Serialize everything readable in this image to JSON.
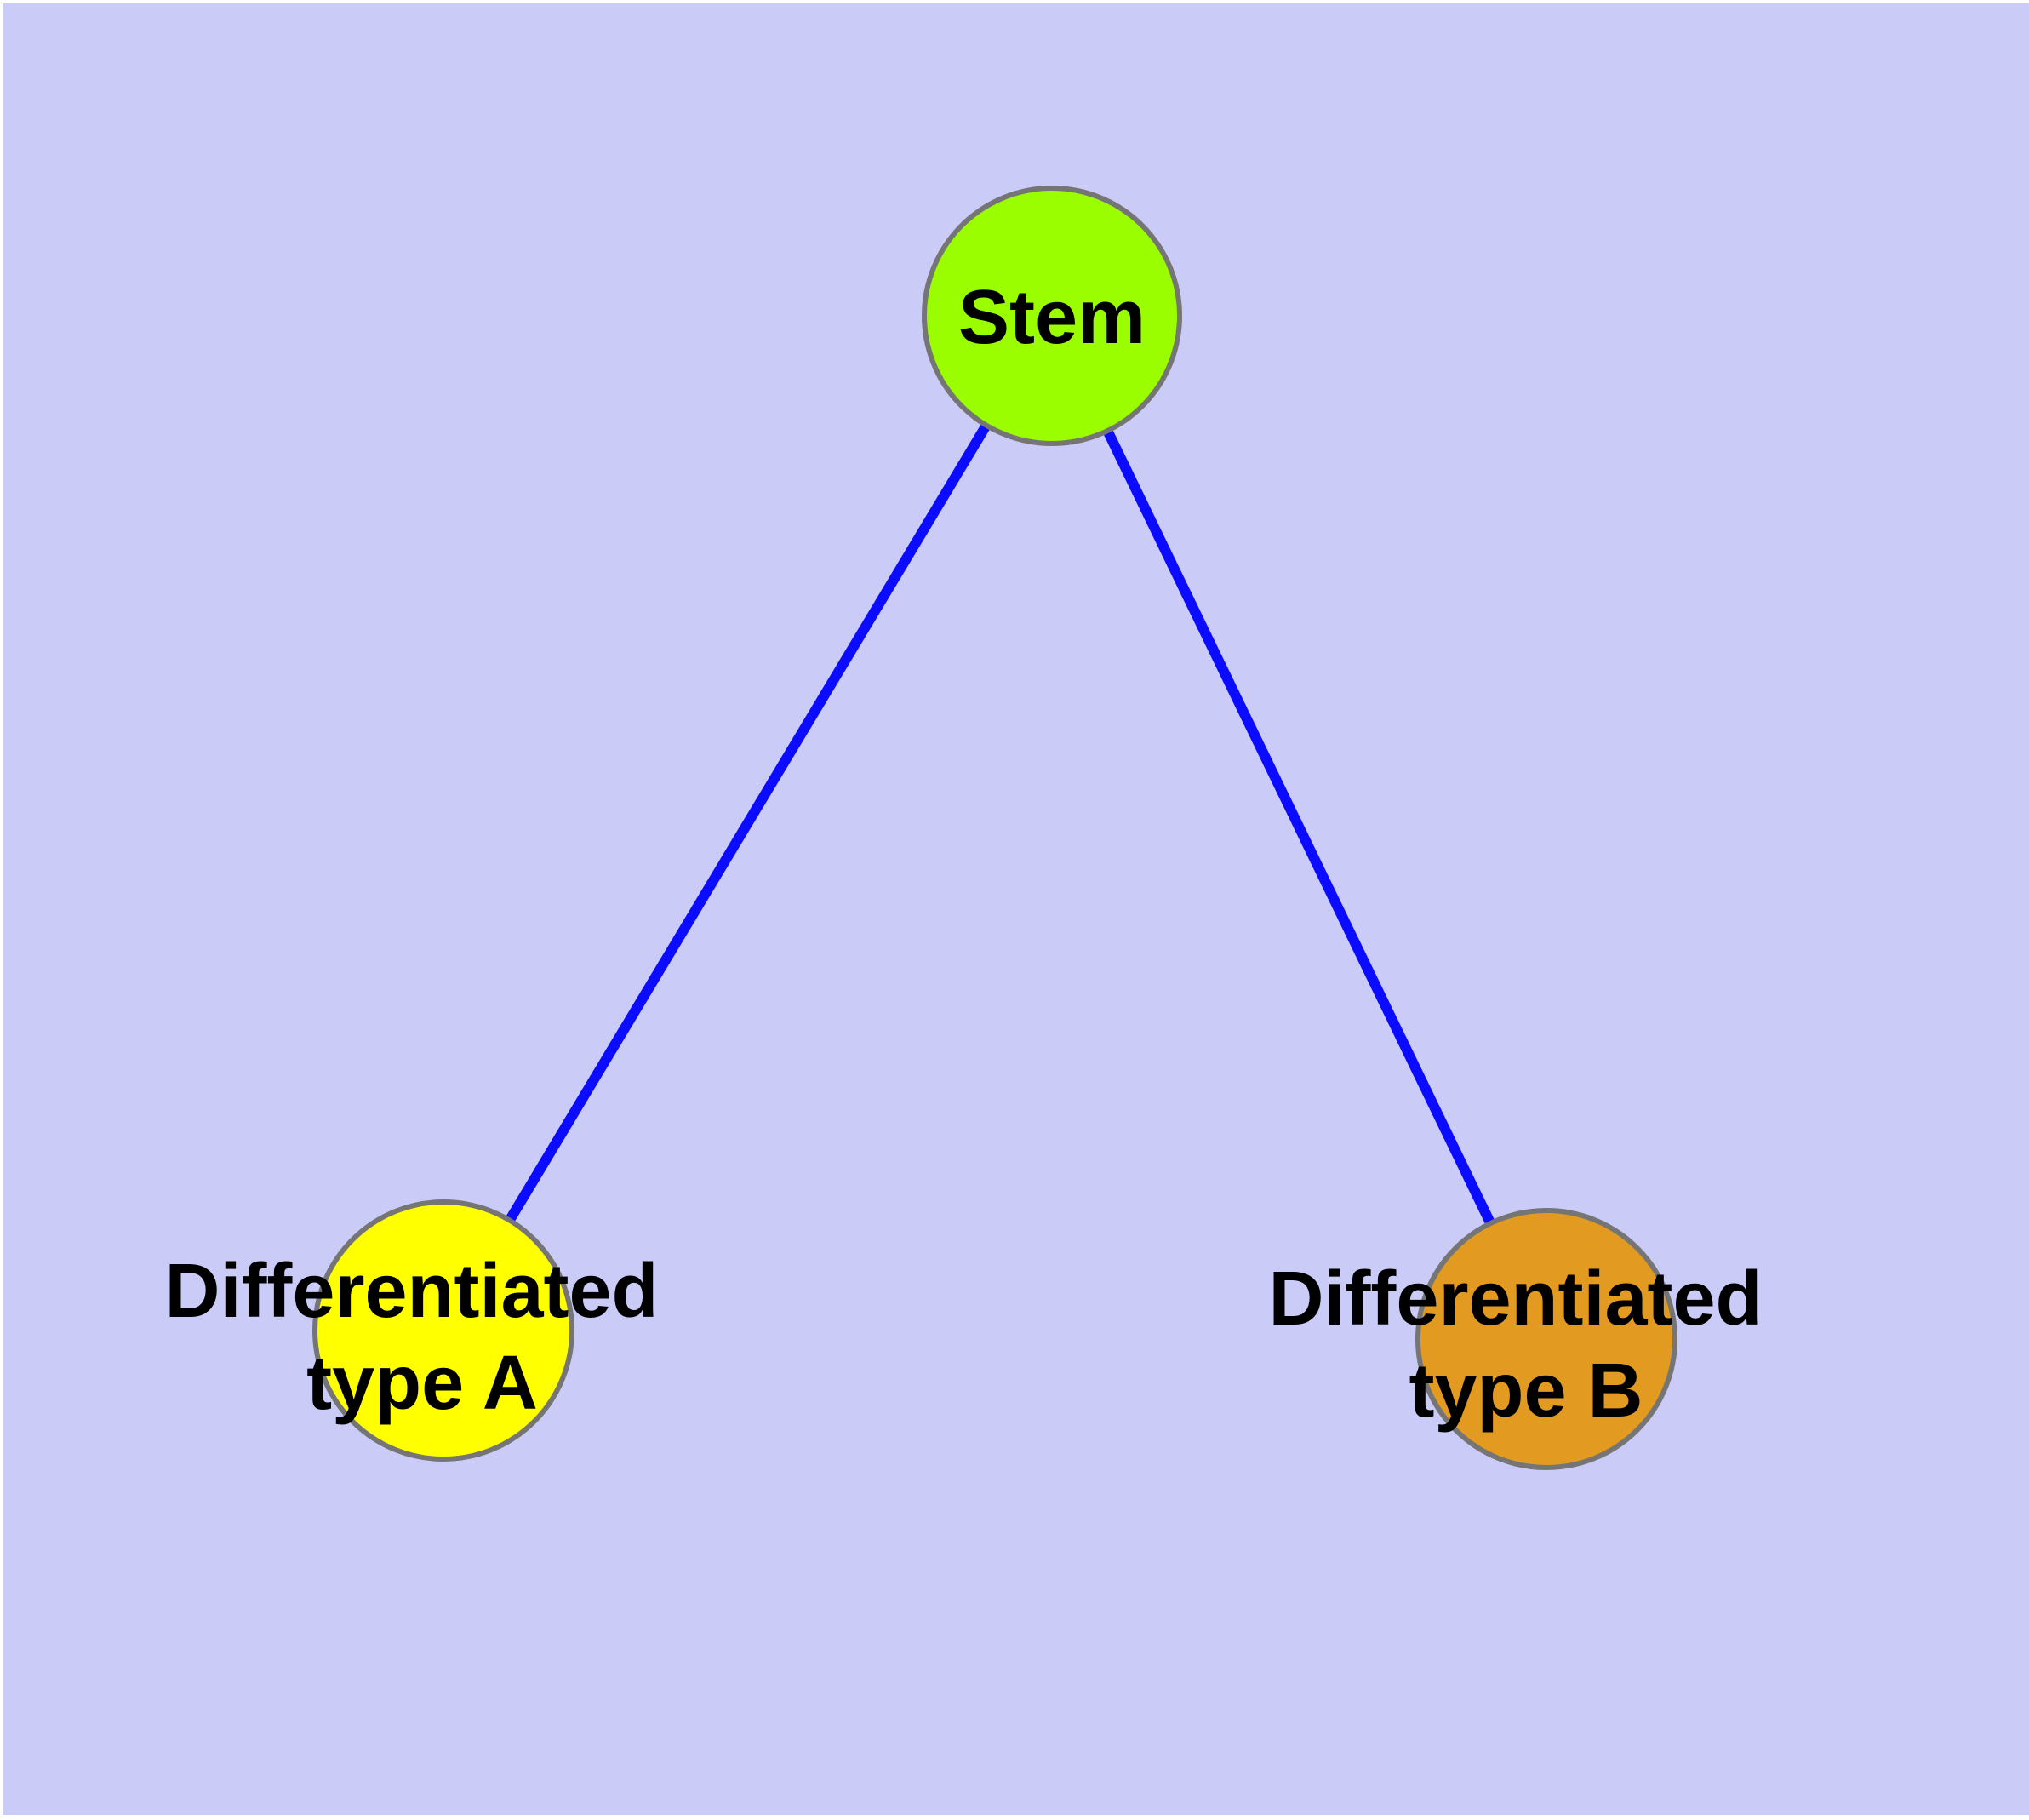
{
  "diagram": {
    "background_color": "#CBCBF8",
    "page_margin_color": "#FFFFFF",
    "edge_color": "#0B0BFF",
    "node_border_color": "#757575",
    "label_color": "#000000",
    "nodes": {
      "stem": {
        "label": "Stem",
        "fill": "#9AFD00"
      },
      "type_a": {
        "label_line1": "Differentiated",
        "label_line2": "type A",
        "fill": "#FFFF00"
      },
      "type_b": {
        "label_line1": "Differentiated",
        "label_line2": "type B",
        "fill": "#E29A20"
      }
    },
    "edges": [
      {
        "from": "Stem",
        "to": "Differentiated type A"
      },
      {
        "from": "Stem",
        "to": "Differentiated type B"
      }
    ]
  }
}
